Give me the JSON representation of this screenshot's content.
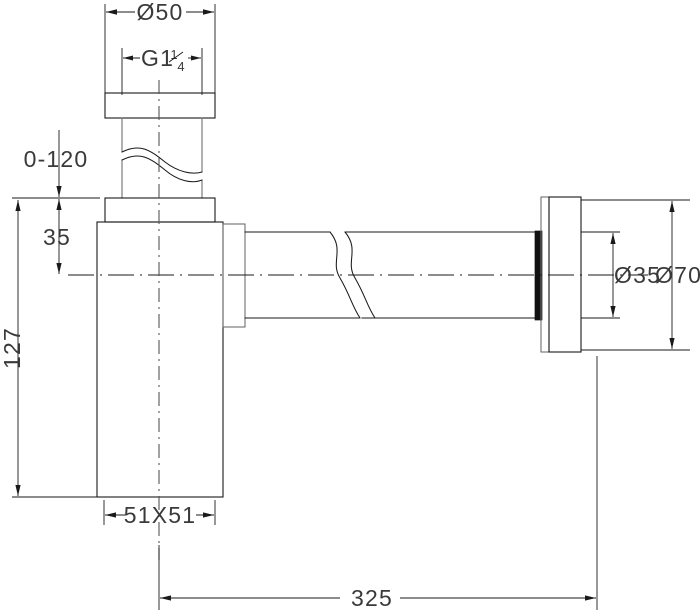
{
  "drawing": {
    "type": "engineering-dimension-drawing",
    "subject": "bottle trap plumbing fixture",
    "background_color": "#ffffff",
    "line_color": "#1a1a1a",
    "text_color": "#3a3a3a"
  },
  "dimensions": {
    "inlet_flange_diameter": {
      "label": "Ø50",
      "value": 50,
      "symbol": "Ø",
      "position": "top",
      "name": "inlet-cap-diameter"
    },
    "thread_size": {
      "label": "G1",
      "whole": "G1",
      "fraction_numerator": "1",
      "fraction_denominator": "4",
      "full_label": "G1¼",
      "position": "top-inner",
      "name": "inlet-thread-size"
    },
    "adjustable_height": {
      "label": "0-120",
      "min": 0,
      "max": 120,
      "position": "left-upper",
      "name": "adjustable-tube-range"
    },
    "collar_to_center": {
      "label": "35",
      "value": 35,
      "position": "left-middle",
      "name": "collar-to-outlet-center"
    },
    "total_height": {
      "label": "127",
      "value": 127,
      "position": "left-lower",
      "name": "overall-body-height"
    },
    "body_section": {
      "label": "51X51",
      "value": "51X51",
      "position": "bottom-left",
      "name": "trap-body-square-section"
    },
    "overall_length": {
      "label": "325",
      "value": 325,
      "position": "bottom",
      "name": "overall-projection-length"
    },
    "outlet_pipe_diameter": {
      "label": "Ø35",
      "value": 35,
      "symbol": "Ø",
      "position": "right-inner",
      "name": "outlet-pipe-diameter"
    },
    "wall_flange_diameter": {
      "label": "Ø70",
      "value": 70,
      "symbol": "Ø",
      "position": "right-outer",
      "name": "wall-flange-diameter"
    }
  },
  "parts": {
    "inlet_cap": "inlet-cap",
    "inlet_tube": "inlet-tube",
    "trap_collar": "trap-collar",
    "trap_body": "trap-body",
    "outlet_neck": "outlet-neck",
    "outlet_pipe": "outlet-pipe",
    "wall_flange": "wall-flange",
    "gasket_ring": "gasket-ring",
    "vertical_centerline": "vertical-centerline",
    "horizontal_centerline": "horizontal-centerline"
  }
}
